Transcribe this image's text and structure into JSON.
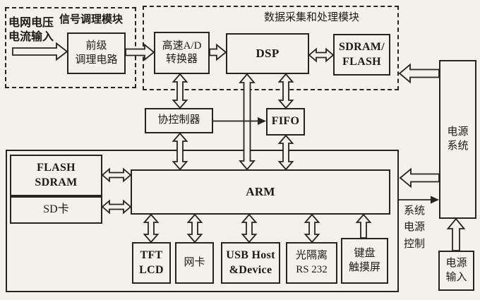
{
  "modules": {
    "signal_conditioning_label": "信号调理模块",
    "data_acquisition_label": "数据采集和处理模块"
  },
  "blocks": {
    "grid_input": "电网电压\n电流输入",
    "front_conditioning": "前级\n调理电路",
    "adc": "高速A/D\n转换器",
    "dsp": "DSP",
    "sdram_flash": "SDRAM/\nFLASH",
    "co_controller": "协控制器",
    "fifo": "FIFO",
    "power_system": "电源\n系统",
    "flash_sdram": "FLASH\nSDRAM",
    "sd_card": "SD卡",
    "arm": "ARM",
    "tft_lcd": "TFT\nLCD",
    "network_card": "网卡",
    "usb_host_device": "USB Host\n&Device",
    "opto_rs232": "光隔离\nRS 232",
    "keypad_touchscreen": "键盘\n触摸屏",
    "power_input": "电源\n输入"
  },
  "annotations": {
    "system_power_control": "系统\n电源\n控制"
  },
  "colors": {
    "background": "#f2f1ec",
    "line": "#26241f",
    "text": "#1b1a16"
  },
  "connections": [
    {
      "from": "电网电压电流输入",
      "to": "前级调理电路",
      "direction": "one-way"
    },
    {
      "from": "前级调理电路",
      "to": "高速A/D转换器",
      "direction": "one-way"
    },
    {
      "from": "高速A/D转换器",
      "to": "DSP",
      "direction": "one-way"
    },
    {
      "from": "DSP",
      "to": "SDRAM/FLASH",
      "direction": "bidirectional"
    },
    {
      "from": "高速A/D转换器",
      "to": "协控制器",
      "direction": "bidirectional"
    },
    {
      "from": "DSP",
      "to": "FIFO",
      "direction": "bidirectional"
    },
    {
      "from": "DSP",
      "to": "ARM",
      "direction": "bidirectional"
    },
    {
      "from": "协控制器",
      "to": "FIFO",
      "direction": "one-way"
    },
    {
      "from": "协控制器",
      "to": "ARM",
      "direction": "bidirectional"
    },
    {
      "from": "FIFO",
      "to": "ARM",
      "direction": "bidirectional"
    },
    {
      "from": "FLASH SDRAM",
      "to": "ARM",
      "direction": "bidirectional"
    },
    {
      "from": "SD卡",
      "to": "ARM",
      "direction": "bidirectional"
    },
    {
      "from": "ARM",
      "to": "TFT LCD",
      "direction": "bidirectional"
    },
    {
      "from": "ARM",
      "to": "网卡",
      "direction": "bidirectional"
    },
    {
      "from": "ARM",
      "to": "USB Host&Device",
      "direction": "bidirectional"
    },
    {
      "from": "ARM",
      "to": "光隔离RS 232",
      "direction": "bidirectional"
    },
    {
      "from": "键盘触摸屏",
      "to": "ARM",
      "direction": "one-way"
    },
    {
      "from": "电源系统",
      "to": "数据采集和处理模块",
      "type": "power",
      "direction": "one-way"
    },
    {
      "from": "电源系统",
      "to": "ARM模块",
      "type": "power",
      "direction": "one-way"
    },
    {
      "from": "ARM模块",
      "to": "电源系统",
      "type": "control",
      "label": "系统电源控制",
      "direction": "one-way"
    },
    {
      "from": "电源输入",
      "to": "电源系统",
      "type": "power",
      "direction": "one-way"
    }
  ]
}
